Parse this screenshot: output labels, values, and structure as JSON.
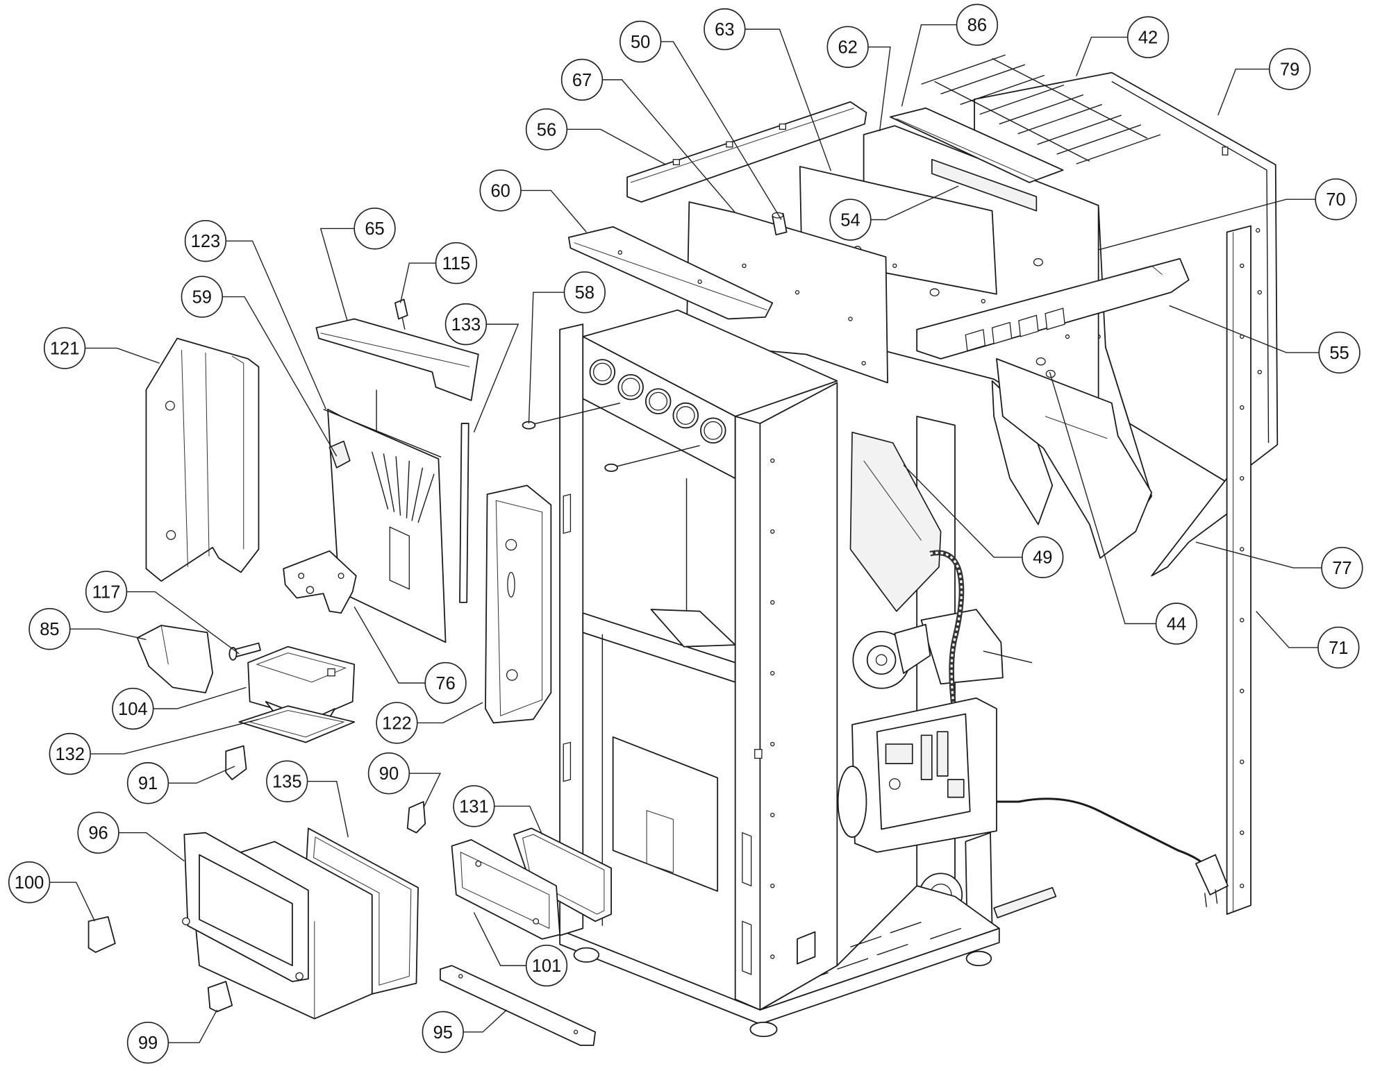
{
  "callouts": [
    "50",
    "63",
    "86",
    "62",
    "42",
    "79",
    "67",
    "56",
    "60",
    "54",
    "70",
    "123",
    "65",
    "115",
    "59",
    "58",
    "133",
    "55",
    "121",
    "49",
    "77",
    "117",
    "44",
    "71",
    "85",
    "76",
    "104",
    "122",
    "132",
    "91",
    "90",
    "135",
    "131",
    "96",
    "100",
    "101",
    "95",
    "99"
  ]
}
